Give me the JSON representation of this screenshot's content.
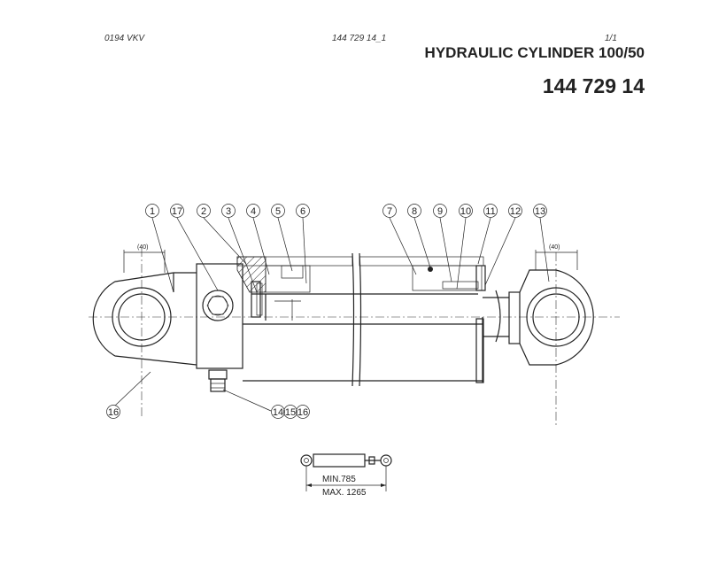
{
  "header": {
    "doc_code": "0194  VKV",
    "doc_ref": "144 729 14_1",
    "page": "1/1"
  },
  "title": "HYDRAULIC CYLINDER 100/50",
  "part_number": "144 729 14",
  "callouts": [
    "1",
    "17",
    "2",
    "3",
    "4",
    "5",
    "6",
    "7",
    "8",
    "9",
    "10",
    "11",
    "12",
    "13",
    "16",
    "14",
    "15",
    "16"
  ],
  "dimensions": {
    "left_eye": "(40)",
    "right_eye": "(40)",
    "min": "MIN.785",
    "max": "MAX. 1265"
  }
}
